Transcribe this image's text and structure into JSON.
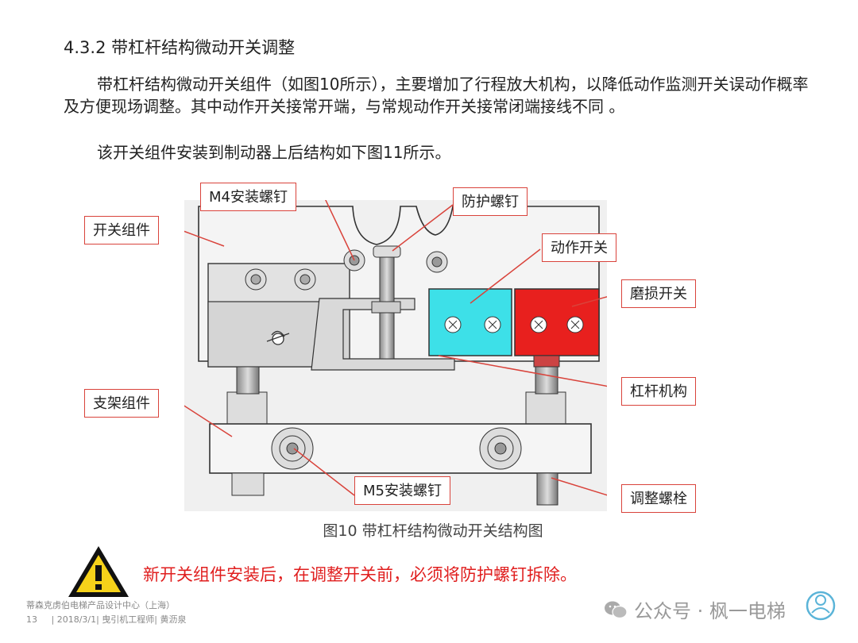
{
  "section": {
    "title": "4.3.2 带杠杆结构微动开关调整"
  },
  "paragraphs": [
    "带杠杆结构微动开关组件（如图10所示），主要增加了行程放大机构，以降低动作监测开关误动作概率及方便现场调整。其中动作开关接常开端，与常规动作开关接常闭端接线不同 。",
    "该开关组件安装到制动器上后结构如下图11所示。"
  ],
  "figure": {
    "callouts": {
      "m4": "M4安装螺钉",
      "guard": "防护螺钉",
      "switch_assembly": "开关组件",
      "action_switch": "动作开关",
      "wear_switch": "磨损开关",
      "lever": "杠杆机构",
      "bracket": "支架组件",
      "m5": "M5安装螺钉",
      "adjust_bolt": "调整螺栓"
    },
    "caption": "图10  带杠杆结构微动开关结构图",
    "colors": {
      "callout_border": "#d9433b",
      "action_switch": "#3de0e8",
      "wear_switch": "#e8201e"
    }
  },
  "warning": {
    "icon": "warning-triangle-icon",
    "text": "新开关组件安装后，在调整开关前，必须将防护螺钉拆除。"
  },
  "footer": {
    "org": "蒂森克虏伯电梯产品设计中心（上海）",
    "page": "13",
    "meta": "| 2018/3/1| 曳引机工程师| 黄沥泉"
  },
  "watermark": {
    "icon": "wechat-icon",
    "text": "公众号 · 枫一电梯"
  }
}
